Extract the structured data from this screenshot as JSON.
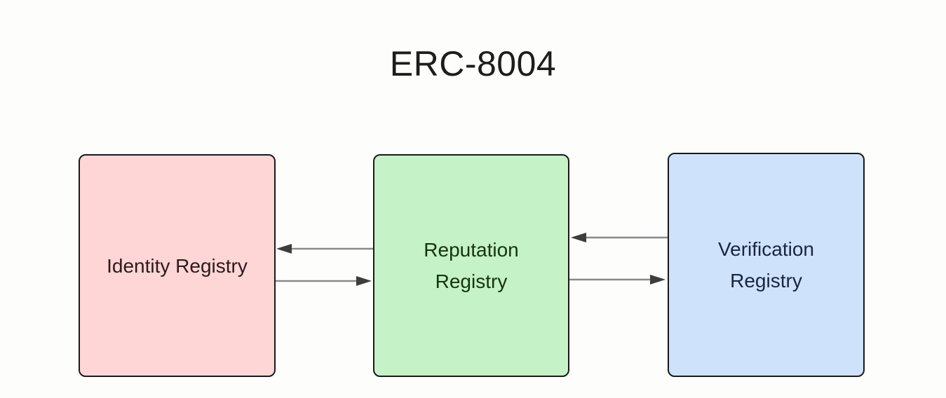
{
  "title": "ERC-8004",
  "canvas": {
    "background": "#fdfdfc",
    "title_color": "#1d1d1d"
  },
  "boxes": [
    {
      "id": "identity-registry",
      "label": "Identity Registry",
      "fill": "#ffd6d6",
      "border": "#1a1a1a",
      "text_color": "#2d1a1a"
    },
    {
      "id": "reputation-registry",
      "label": "Reputation Registry",
      "fill": "#c5f2c7",
      "border": "#1a1a1a",
      "text_color": "#15340f"
    },
    {
      "id": "verification-registry",
      "label": "Verification Registry",
      "fill": "#cfe2fc",
      "border": "#1a1a1a",
      "text_color": "#182642"
    }
  ],
  "arrows": {
    "line_color": "#8a8a8a",
    "head_color": "#3d3d3d",
    "connections": [
      {
        "from": "reputation-registry",
        "to": "identity-registry"
      },
      {
        "from": "identity-registry",
        "to": "reputation-registry"
      },
      {
        "from": "verification-registry",
        "to": "reputation-registry"
      },
      {
        "from": "reputation-registry",
        "to": "verification-registry"
      }
    ]
  }
}
